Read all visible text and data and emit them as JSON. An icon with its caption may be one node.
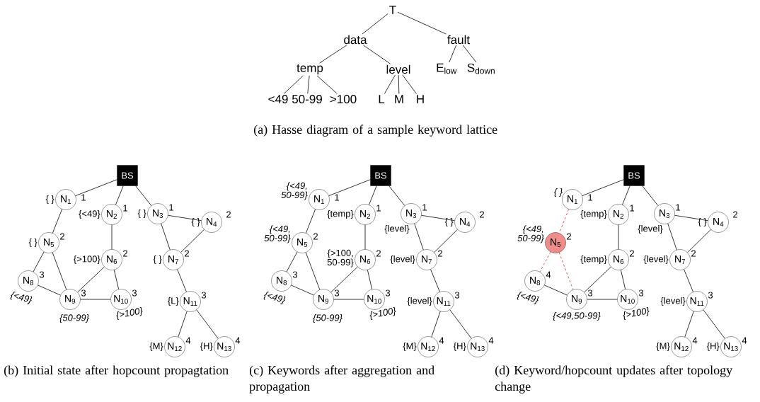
{
  "diagram": {
    "nodes": [
      {
        "text": [
          "T"
        ]
      },
      {
        "text": [
          "data"
        ]
      },
      {
        "text": [
          "fault"
        ]
      },
      {
        "text": [
          "temp"
        ]
      },
      {
        "text": [
          "level"
        ]
      },
      {
        "text": [
          "E$_{low}$"
        ]
      },
      {
        "text": [
          "S$_{down}$"
        ]
      },
      {
        "text": [
          "<49"
        ]
      },
      {
        "text": [
          "50-99"
        ]
      },
      {
        "text": [
          ">100"
        ]
      },
      {
        "text": [
          "L"
        ]
      },
      {
        "text": [
          "M"
        ]
      },
      {
        "text": [
          "H"
        ]
      },
      {
        "text": [
          "BS"
        ]
      },
      {
        "text": [
          "N$_{1}$"
        ],
        "beside": [
          "{ }",
          "1"
        ]
      },
      {
        "text": [
          "N$_{2}$"
        ],
        "beside": [
          "{<49}",
          "1"
        ]
      },
      {
        "text": [
          "N$_{3}$"
        ],
        "beside": [
          "{ }",
          "1"
        ]
      },
      {
        "text": [
          "N$_{4}$"
        ],
        "beside": [
          "{ }",
          "2"
        ]
      },
      {
        "text": [
          "N$_{5}$"
        ],
        "beside": [
          "{ }",
          "2"
        ]
      },
      {
        "text": [
          "N$_{6}$"
        ],
        "beside": [
          "{>100}",
          "2"
        ]
      },
      {
        "text": [
          "N$_{7}$"
        ],
        "beside": [
          "{ }",
          "2"
        ]
      },
      {
        "text": [
          "N$_{8}$"
        ],
        "beside": [
          "{<49}",
          "3"
        ]
      },
      {
        "text": [
          "N$_{9}$"
        ],
        "beside": [
          "{50-99}",
          "3"
        ]
      },
      {
        "text": [
          "N$_{10}$"
        ],
        "beside": [
          "{>100}",
          "3"
        ]
      },
      {
        "text": [
          "N$_{11}$"
        ],
        "beside": [
          "{L}",
          "3"
        ]
      },
      {
        "text": [
          "N$_{12}$"
        ],
        "beside": [
          "{M}",
          "4"
        ]
      },
      {
        "text": [
          "N$_{13}$"
        ],
        "beside": [
          "{H}",
          "4"
        ]
      },
      {
        "text": [
          "BS"
        ]
      },
      {
        "text": [
          "N$_{1}$"
        ],
        "beside": [
          "{<49, 50-99}",
          "1"
        ]
      },
      {
        "text": [
          "N$_{2}$"
        ],
        "beside": [
          "{temp}",
          "1"
        ]
      },
      {
        "text": [
          "N$_{3}$"
        ],
        "beside": [
          "{level}",
          "1"
        ]
      },
      {
        "text": [
          "N$_{4}$"
        ],
        "beside": [
          "{ }",
          "2"
        ]
      },
      {
        "text": [
          "N$_{5}$"
        ],
        "beside": [
          "{<49, 50-99}",
          "2"
        ]
      },
      {
        "text": [
          "N$_{6}$"
        ],
        "beside": [
          "{>100, 50-99}",
          "2"
        ]
      },
      {
        "text": [
          "N$_{7}$"
        ],
        "beside": [
          "{level}",
          "2"
        ]
      },
      {
        "text": [
          "N$_{8}$"
        ],
        "beside": [
          "{<49}",
          "3"
        ]
      },
      {
        "text": [
          "N$_{9}$"
        ],
        "beside": [
          "{50-99}",
          "3"
        ]
      },
      {
        "text": [
          "N$_{10}$"
        ],
        "beside": [
          "{>100}",
          "3"
        ]
      },
      {
        "text": [
          "N$_{11}$"
        ],
        "beside": [
          "{level}",
          "3"
        ]
      },
      {
        "text": [
          "N$_{12}$"
        ],
        "beside": [
          "{M}",
          "4"
        ]
      },
      {
        "text": [
          "N$_{13}$"
        ],
        "beside": [
          "{H}",
          "4"
        ]
      },
      {
        "text": [
          "BS"
        ]
      },
      {
        "text": [
          "N$_{1}$"
        ],
        "beside": [
          "{ }",
          "1"
        ]
      },
      {
        "text": [
          "N$_{2}$"
        ],
        "beside": [
          "{temp}",
          "1"
        ]
      },
      {
        "text": [
          "N$_{3}$"
        ],
        "beside": [
          "{level}",
          "1"
        ]
      },
      {
        "text": [
          "N$_{4}$"
        ],
        "beside": [
          "{ }",
          "2"
        ]
      },
      {
        "text": [
          "N$_{5}$"
        ],
        "beside": [
          "{<49, 50-99}",
          "2"
        ]
      },
      {
        "text": [
          "N$_{6}$"
        ],
        "beside": [
          "{temp}",
          "2"
        ]
      },
      {
        "text": [
          "N$_{7}$"
        ],
        "beside": [
          "{level}",
          "2"
        ]
      },
      {
        "text": [
          "N$_{8}$"
        ],
        "beside": [
          "{<49}",
          "4"
        ]
      },
      {
        "text": [
          "N$_{9}$"
        ],
        "beside": [
          "{<49,50-99}",
          "3"
        ]
      },
      {
        "text": [
          "N$_{10}$"
        ],
        "beside": [
          "{>100}",
          "3"
        ]
      },
      {
        "text": [
          "N$_{11}$"
        ],
        "beside": [
          "{level}",
          "3"
        ]
      },
      {
        "text": [
          "N$_{12}$"
        ],
        "beside": [
          "{M}",
          "4"
        ]
      },
      {
        "text": [
          "N$_{13}$"
        ],
        "beside": [
          "{H}",
          "4"
        ]
      }
    ],
    "edges": [
      {
        "from": 0,
        "to": 1,
        "arrow": "none"
      },
      {
        "from": 0,
        "to": 2,
        "arrow": "none"
      },
      {
        "from": 1,
        "to": 3,
        "arrow": "none"
      },
      {
        "from": 1,
        "to": 4,
        "arrow": "none"
      },
      {
        "from": 2,
        "to": 5,
        "arrow": "none"
      },
      {
        "from": 2,
        "to": 6,
        "arrow": "none"
      },
      {
        "from": 3,
        "to": 7,
        "arrow": "none"
      },
      {
        "from": 3,
        "to": 8,
        "arrow": "none"
      },
      {
        "from": 3,
        "to": 9,
        "arrow": "none"
      },
      {
        "from": 4,
        "to": 10,
        "arrow": "none"
      },
      {
        "from": 4,
        "to": 11,
        "arrow": "none"
      },
      {
        "from": 4,
        "to": 12,
        "arrow": "none"
      },
      {
        "from": 13,
        "to": 14,
        "arrow": "none"
      },
      {
        "from": 13,
        "to": 15,
        "arrow": "none"
      },
      {
        "from": 13,
        "to": 16,
        "arrow": "none"
      },
      {
        "from": 14,
        "to": 18,
        "arrow": "none"
      },
      {
        "from": 15,
        "to": 19,
        "arrow": "none"
      },
      {
        "from": 16,
        "to": 17,
        "arrow": "none"
      },
      {
        "from": 16,
        "to": 20,
        "arrow": "none"
      },
      {
        "from": 17,
        "to": 20,
        "arrow": "none"
      },
      {
        "from": 18,
        "to": 21,
        "arrow": "none"
      },
      {
        "from": 18,
        "to": 22,
        "arrow": "none"
      },
      {
        "from": 19,
        "to": 22,
        "arrow": "none"
      },
      {
        "from": 19,
        "to": 23,
        "arrow": "none"
      },
      {
        "from": 21,
        "to": 22,
        "arrow": "none"
      },
      {
        "from": 22,
        "to": 23,
        "arrow": "none"
      },
      {
        "from": 20,
        "to": 24,
        "arrow": "none"
      },
      {
        "from": 24,
        "to": 25,
        "arrow": "none"
      },
      {
        "from": 24,
        "to": 26,
        "arrow": "none"
      },
      {
        "from": 27,
        "to": 28,
        "arrow": "none"
      },
      {
        "from": 27,
        "to": 29,
        "arrow": "none"
      },
      {
        "from": 27,
        "to": 30,
        "arrow": "none"
      },
      {
        "from": 28,
        "to": 32,
        "arrow": "none"
      },
      {
        "from": 29,
        "to": 33,
        "arrow": "none"
      },
      {
        "from": 30,
        "to": 31,
        "arrow": "none"
      },
      {
        "from": 30,
        "to": 34,
        "arrow": "none"
      },
      {
        "from": 31,
        "to": 34,
        "arrow": "none"
      },
      {
        "from": 32,
        "to": 35,
        "arrow": "none"
      },
      {
        "from": 32,
        "to": 36,
        "arrow": "none"
      },
      {
        "from": 33,
        "to": 36,
        "arrow": "none"
      },
      {
        "from": 33,
        "to": 37,
        "arrow": "none"
      },
      {
        "from": 35,
        "to": 36,
        "arrow": "none"
      },
      {
        "from": 36,
        "to": 37,
        "arrow": "none"
      },
      {
        "from": 34,
        "to": 38,
        "arrow": "none"
      },
      {
        "from": 38,
        "to": 39,
        "arrow": "none"
      },
      {
        "from": 38,
        "to": 40,
        "arrow": "none"
      },
      {
        "from": 41,
        "to": 42,
        "arrow": "none"
      },
      {
        "from": 41,
        "to": 43,
        "arrow": "none"
      },
      {
        "from": 41,
        "to": 44,
        "arrow": "none"
      },
      {
        "from": 42,
        "to": 46,
        "arrow": "none",
        "style": "dashed",
        "color": "#e0302a"
      },
      {
        "from": 43,
        "to": 47,
        "arrow": "none"
      },
      {
        "from": 44,
        "to": 45,
        "arrow": "none"
      },
      {
        "from": 44,
        "to": 48,
        "arrow": "none"
      },
      {
        "from": 45,
        "to": 48,
        "arrow": "none"
      },
      {
        "from": 46,
        "to": 49,
        "arrow": "none",
        "style": "dashed",
        "color": "#e0302a"
      },
      {
        "from": 46,
        "to": 50,
        "arrow": "none",
        "style": "dashed",
        "color": "#e0302a"
      },
      {
        "from": 47,
        "to": 50,
        "arrow": "none"
      },
      {
        "from": 47,
        "to": 51,
        "arrow": "none"
      },
      {
        "from": 49,
        "to": 50,
        "arrow": "none"
      },
      {
        "from": 50,
        "to": 51,
        "arrow": "none"
      },
      {
        "from": 48,
        "to": 52,
        "arrow": "none"
      },
      {
        "from": 52,
        "to": 53,
        "arrow": "none"
      },
      {
        "from": 52,
        "to": 54,
        "arrow": "none"
      }
    ],
    "labels": [
      "(a) Hasse diagram of a sample keyword lattice",
      "(b) Initial state after hopcount propagtation",
      "(c) Keywords after aggregation and propagation",
      "(d) Keyword/hopcount updates after topology change"
    ]
  }
}
